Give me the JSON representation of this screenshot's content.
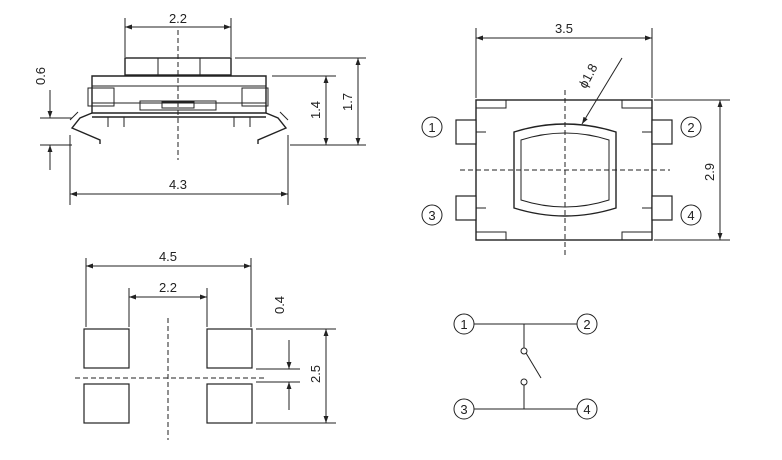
{
  "side_view": {
    "dim_top_width": "2.2",
    "dim_left_lead": "0.6",
    "dim_body_height": "1.4",
    "dim_total_height": "1.7",
    "dim_bottom_width": "4.3"
  },
  "top_view": {
    "dim_width": "3.5",
    "dim_actuator": "ϕ1.8",
    "dim_height": "2.9",
    "pin_labels": [
      "1",
      "2",
      "3",
      "4"
    ]
  },
  "footprint": {
    "dim_outer_width": "4.5",
    "dim_inner_gap": "2.2",
    "dim_gap_height": "0.4",
    "dim_pitch": "2.5"
  },
  "schematic": {
    "pin_labels": [
      "1",
      "2",
      "3",
      "4"
    ]
  }
}
